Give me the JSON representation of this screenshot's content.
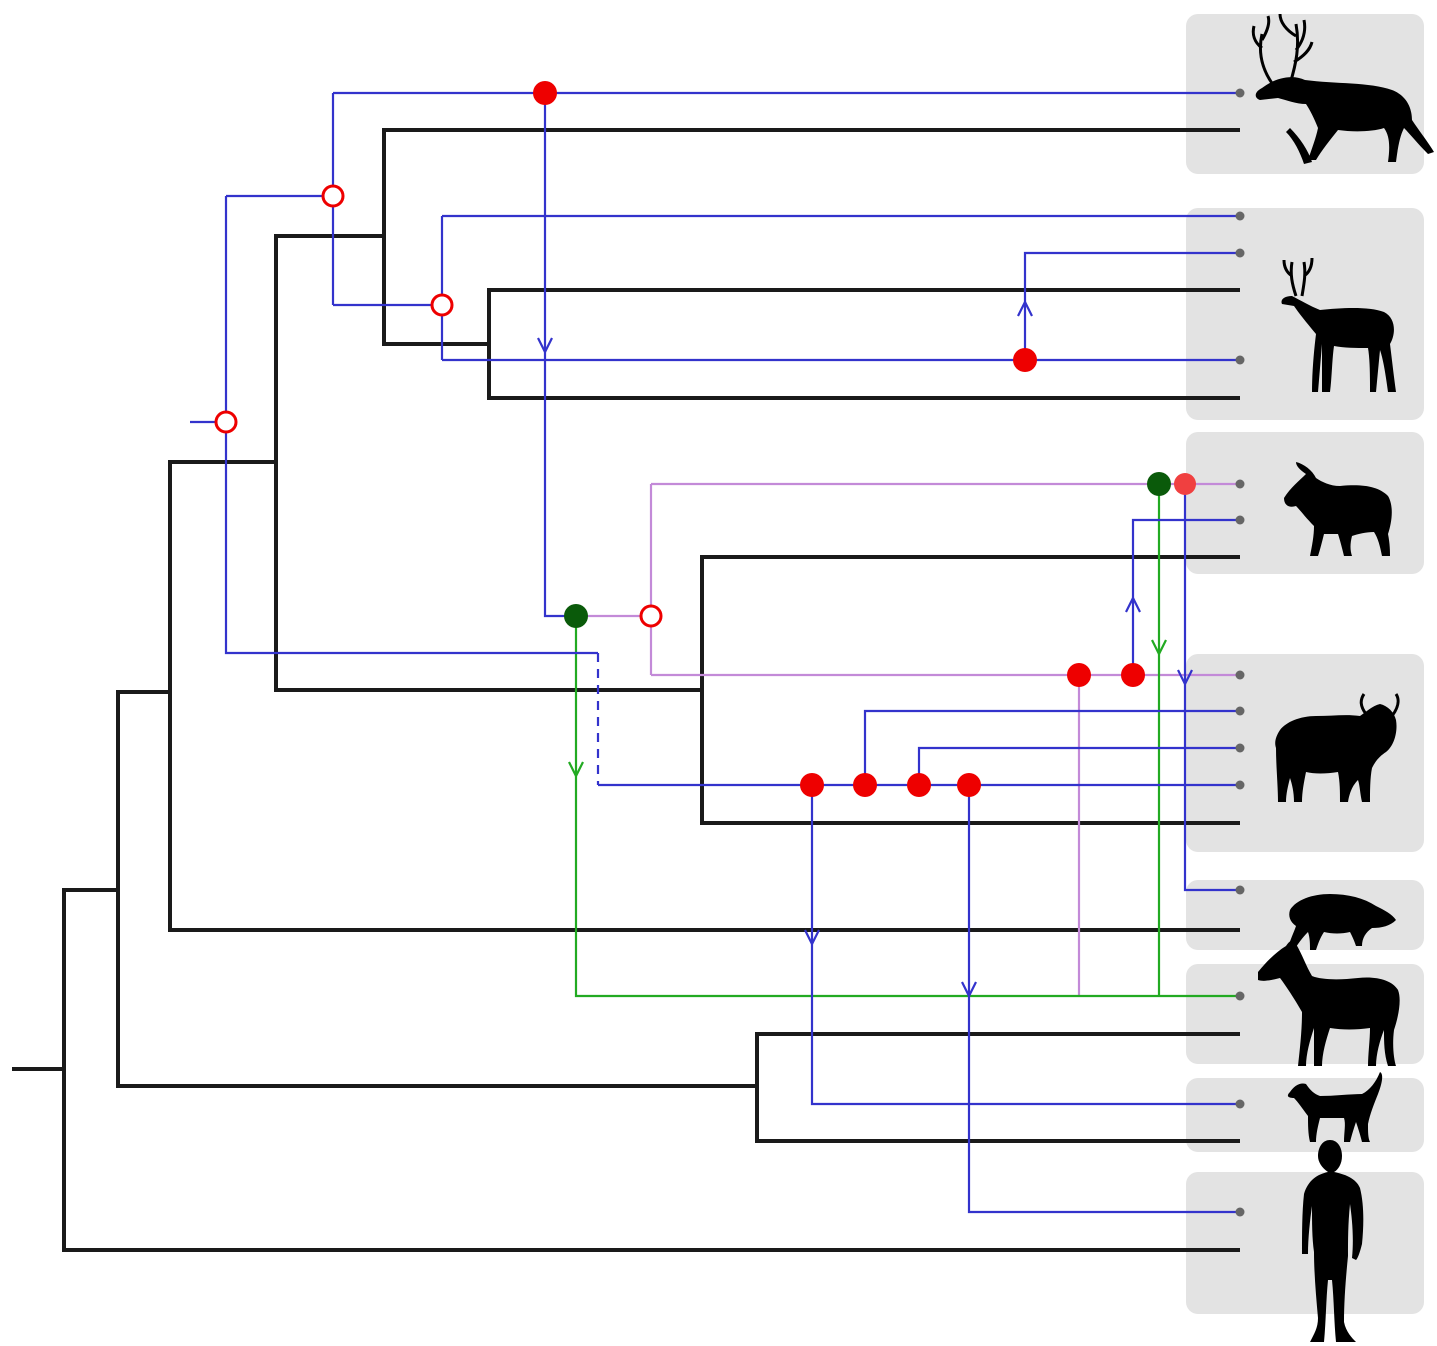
{
  "diagram": {
    "type": "phylogenetic-tree-with-gene-tree-reconciliation",
    "taxa_icons": [
      "reindeer-silhouette",
      "deer-silhouette",
      "goat-silhouette",
      "cattle-silhouette",
      "pig-silhouette",
      "horse-silhouette",
      "dog-silhouette",
      "human-silhouette"
    ],
    "colors": {
      "species_tree": "#1a1a1a",
      "gene_tree_blue": "#3333cc",
      "gene_tree_pink": "#c38ad8",
      "gene_tree_green": "#22aa22",
      "duplication_event": "#ee0000",
      "speciation_event": "#0a5a0a",
      "taxon_box": "#e3e3e3"
    },
    "legend": []
  }
}
